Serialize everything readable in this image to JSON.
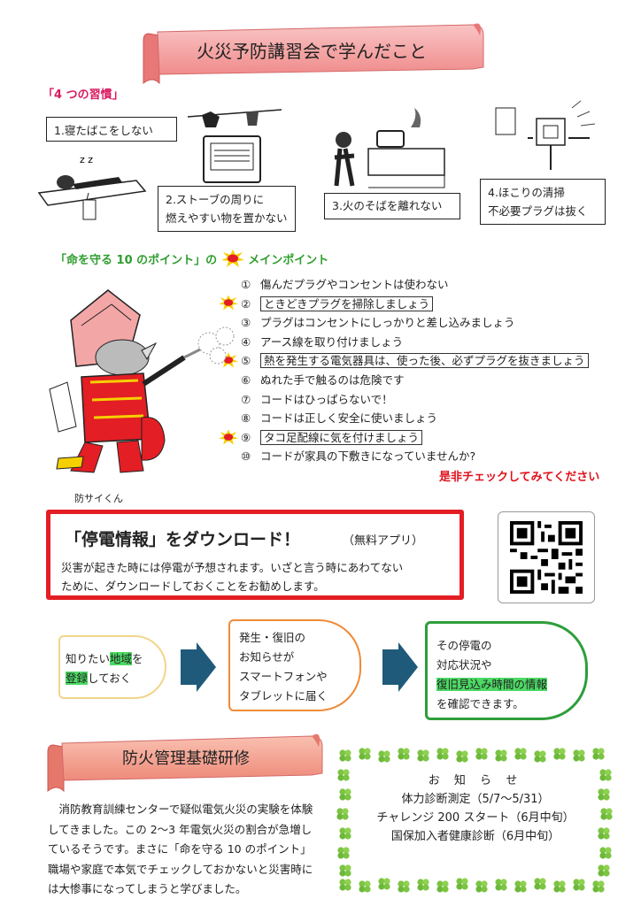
{
  "title": "火災予防講習会で学んだこと",
  "habits": {
    "label": "「4 つの習慣」",
    "items": [
      {
        "text": "1.寝たばこをしない"
      },
      {
        "line1": "2.ストーブの周りに",
        "line2": "燃えやすい物を置かない"
      },
      {
        "text": "3.火のそばを離れない"
      },
      {
        "line1": "4.ほこりの清掃",
        "line2": "不必要プラグは抜く"
      }
    ]
  },
  "points_heading": {
    "left": "「命を守る 10 のポイント」の",
    "right": "メインポイント"
  },
  "points": [
    {
      "num": "①",
      "text": "傷んだプラグやコンセントは使わない",
      "main": false
    },
    {
      "num": "②",
      "text": "ときどきプラグを掃除しましょう",
      "main": true
    },
    {
      "num": "③",
      "text": "プラグはコンセントにしっかりと差し込みましょう",
      "main": false
    },
    {
      "num": "④",
      "text": "アース線を取り付けましょう",
      "main": false
    },
    {
      "num": "⑤",
      "text": "熱を発生する電気器具は、使った後、必ずプラグを抜きましょう",
      "main": true
    },
    {
      "num": "⑥",
      "text": "ぬれた手で触るのは危険です",
      "main": false
    },
    {
      "num": "⑦",
      "text": "コードはひっぱらないで！",
      "main": false
    },
    {
      "num": "⑧",
      "text": "コードは正しく安全に使いましょう",
      "main": false
    },
    {
      "num": "⑨",
      "text": "タコ足配線に気を付けましょう",
      "main": true
    },
    {
      "num": "⑩",
      "text": "コードが家具の下敷きになっていませんか?",
      "main": false
    }
  ],
  "check_note": "是非チェックしてみてください",
  "mascot_caption": "防サイくん",
  "outage": {
    "title": "「停電情報」をダウンロード！",
    "free": "（無料アプリ）",
    "line1": "災害が起きた時には停電が予想されます。いざと言う時にあわてない",
    "line2": "ために、ダウンロードしておくことをお勧めします。"
  },
  "steps": {
    "s1": {
      "a": "知りたい",
      "b": "地域",
      "c": "を",
      "d": "登録",
      "e": "しておく"
    },
    "s2": [
      "発生・復旧の",
      "お知らせが",
      "スマートフォンや",
      "タブレットに届く"
    ],
    "s3": {
      "l1": "その停電の",
      "l2": "対応状況や",
      "l3": "復旧見込み時間の情報",
      "l4": "を確認できます。"
    }
  },
  "training": {
    "title": "防火管理基礎研修",
    "lines": [
      "消防教育訓練センターで疑似電気火災の実験を体験",
      "してきました。この 2～3 年電気火災の割合が急増し",
      "ているそうです。まさに「命を守る 10 のポイント」",
      "職場や家庭で本気でチェックしておかないと災害時に",
      "は大惨事になってしまうと学びました。"
    ]
  },
  "notice": {
    "title": "お 知 ら せ",
    "items": [
      "体力診断測定（5/7～5/31）",
      "チャレンジ 200 スタート（6月中旬）",
      "国保加入者健康診断（6月中旬）"
    ]
  },
  "colors": {
    "ribbon": "#f4a0a0",
    "accent_red": "#e31e24",
    "green": "#2e9e2e",
    "pink": "#d81b60",
    "highlight": "#4cd964"
  }
}
